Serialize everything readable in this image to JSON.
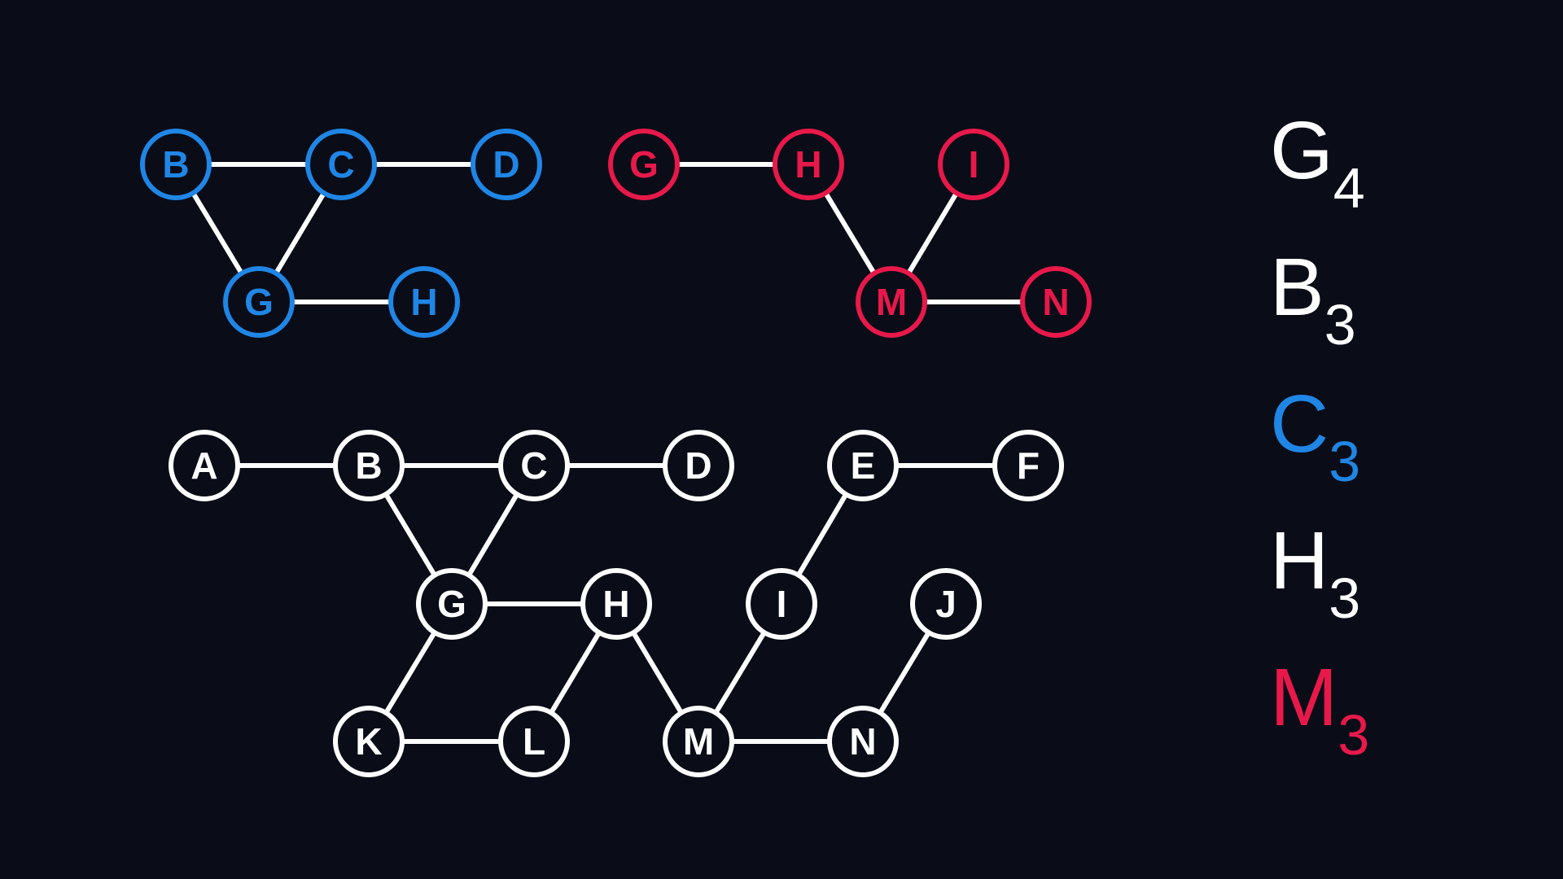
{
  "colors": {
    "background": "#0a0c17",
    "white": "#ffffff",
    "blue": "#1f86e6",
    "red": "#e8194a"
  },
  "main_graph": {
    "nodes": [
      "A",
      "B",
      "C",
      "D",
      "E",
      "F",
      "G",
      "H",
      "I",
      "J",
      "K",
      "L",
      "M",
      "N"
    ],
    "edges": [
      [
        "A",
        "B"
      ],
      [
        "B",
        "C"
      ],
      [
        "C",
        "D"
      ],
      [
        "E",
        "F"
      ],
      [
        "B",
        "G"
      ],
      [
        "C",
        "G"
      ],
      [
        "G",
        "H"
      ],
      [
        "I",
        "E"
      ],
      [
        "G",
        "K"
      ],
      [
        "K",
        "L"
      ],
      [
        "L",
        "H"
      ],
      [
        "H",
        "M"
      ],
      [
        "M",
        "I"
      ],
      [
        "M",
        "N"
      ],
      [
        "N",
        "J"
      ]
    ]
  },
  "blue_subgraph": {
    "nodes": [
      "B",
      "C",
      "D",
      "G",
      "H"
    ],
    "edges": [
      [
        "B",
        "C"
      ],
      [
        "C",
        "D"
      ],
      [
        "B",
        "G"
      ],
      [
        "C",
        "G"
      ],
      [
        "G",
        "H"
      ]
    ]
  },
  "red_subgraph": {
    "nodes": [
      "G",
      "H",
      "I",
      "M",
      "N"
    ],
    "edges": [
      [
        "G",
        "H"
      ],
      [
        "H",
        "M"
      ],
      [
        "I",
        "M"
      ],
      [
        "M",
        "N"
      ]
    ]
  },
  "subgraph_labels": [
    {
      "letter": "G",
      "index": "4",
      "color": "white"
    },
    {
      "letter": "B",
      "index": "3",
      "color": "white"
    },
    {
      "letter": "C",
      "index": "3",
      "color": "blue"
    },
    {
      "letter": "H",
      "index": "3",
      "color": "white"
    },
    {
      "letter": "M",
      "index": "3",
      "color": "red"
    }
  ]
}
